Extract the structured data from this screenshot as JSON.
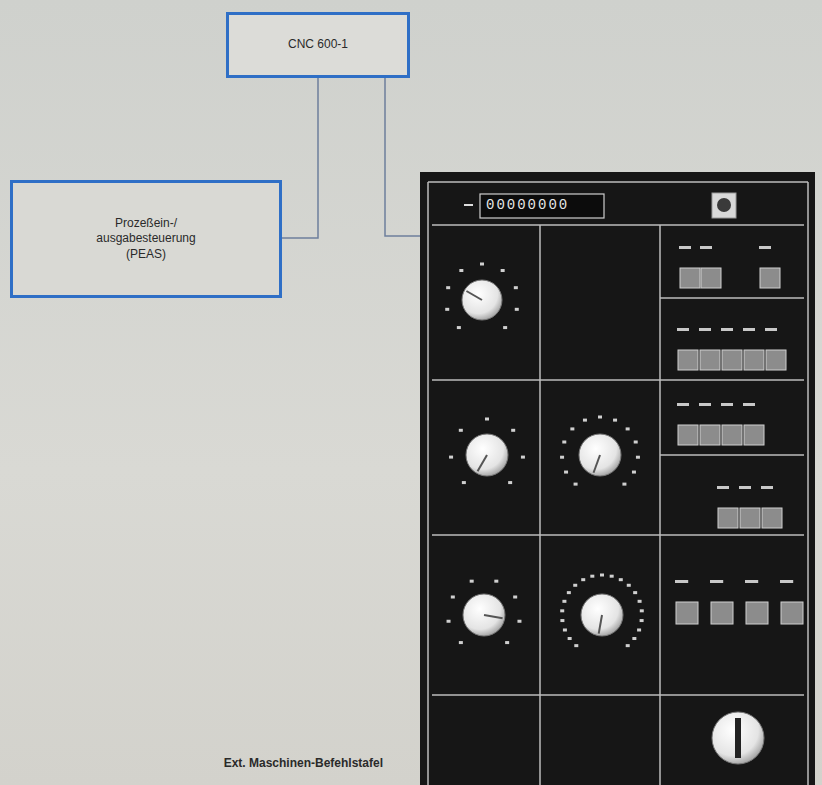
{
  "diagram": {
    "nodes": [
      {
        "text": [
          "CNC 600-1"
        ]
      },
      {
        "text": [
          "Prozeßein-/ ausgabesteuerung (PEAS)"
        ]
      },
      {
        "text": [
          "Ext. Maschinen-Befehlstafel"
        ]
      }
    ],
    "edges": [
      {
        "from": 0,
        "to": 1,
        "arrow": "none"
      },
      {
        "from": 0,
        "to": 2,
        "arrow": "none"
      }
    ],
    "labels": [
      "00000000"
    ]
  }
}
